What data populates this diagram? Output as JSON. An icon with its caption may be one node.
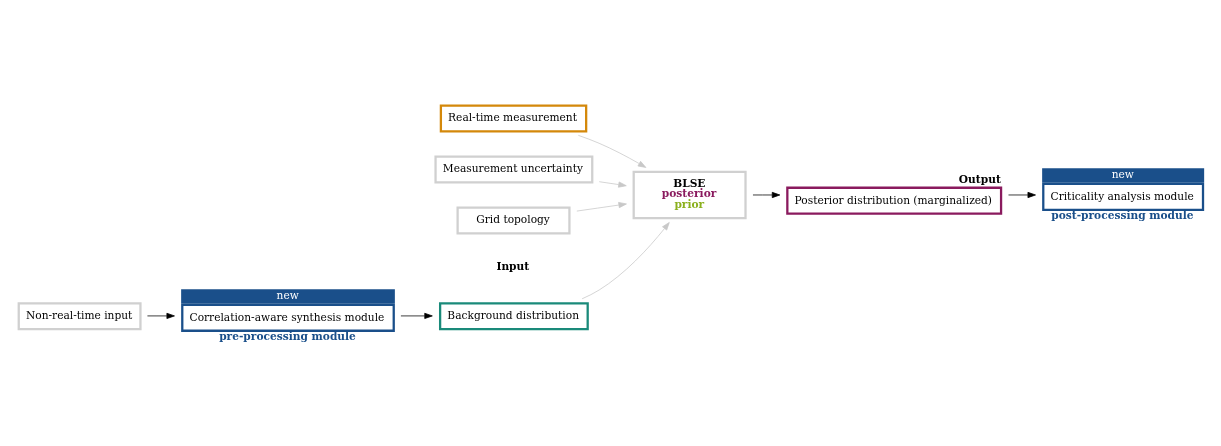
{
  "diagram": {
    "nodes": [
      {
        "text": [
          "Non-real-time input"
        ]
      },
      {
        "text": [
          "Correlation-aware synthesis module"
        ],
        "beside": [
          "new",
          "pre-processing module"
        ]
      },
      {
        "text": [
          "Background distribution"
        ]
      },
      {
        "text": [
          "Real-time measurement"
        ]
      },
      {
        "text": [
          "Measurement uncertainty"
        ]
      },
      {
        "text": [
          "Grid topology"
        ]
      },
      {
        "text": [
          "BLSE",
          "posterior",
          "prior"
        ]
      },
      {
        "text": [
          "Posterior distribution (marginalized)"
        ],
        "beside": [
          "Output"
        ]
      },
      {
        "text": [
          "Criticality analysis module"
        ],
        "beside": [
          "new",
          "post-processing module"
        ]
      }
    ],
    "edges": [
      {
        "from": 0,
        "to": 1,
        "arrow": "to"
      },
      {
        "from": 1,
        "to": 2,
        "arrow": "to"
      },
      {
        "from": 2,
        "to": 6,
        "arrow": "to",
        "color": "#c8c8c8"
      },
      {
        "from": 3,
        "to": 6,
        "arrow": "to",
        "color": "#c8c8c8"
      },
      {
        "from": 4,
        "to": 6,
        "arrow": "to",
        "color": "#c8c8c8"
      },
      {
        "from": 5,
        "to": 6,
        "arrow": "to",
        "color": "#c8c8c8"
      },
      {
        "from": 6,
        "to": 7,
        "arrow": "to"
      },
      {
        "from": 7,
        "to": 8,
        "arrow": "to"
      }
    ],
    "labels": [
      "Input"
    ]
  }
}
